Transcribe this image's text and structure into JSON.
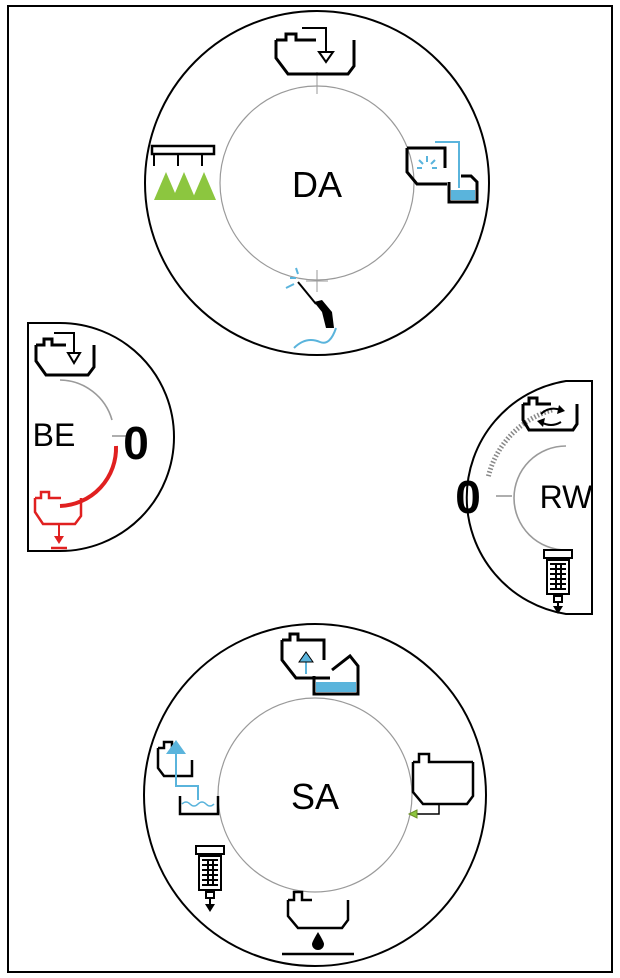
{
  "dials": {
    "da": {
      "label": "DA"
    },
    "sa": {
      "label": "SA"
    },
    "be": {
      "label": "BE",
      "value": "0"
    },
    "rw": {
      "label": "RW",
      "value": "0"
    }
  },
  "colors": {
    "line": "#000000",
    "inner_ring": "#9a9a9a",
    "water_blue": "#5ab4dc",
    "spray_green": "#8cc63f",
    "alert_red": "#e02020",
    "arrow_green": "#6b8e23",
    "gauge_gray": "#888888"
  },
  "icons": {
    "da": [
      "tank-fill-icon",
      "tank-rinse-icon",
      "hand-lance-icon",
      "boom-spray-icon"
    ],
    "sa": [
      "tank-suction-icon",
      "tank-drain-icon",
      "tank-empty-ground-icon",
      "filter-icon",
      "suction-basin-icon"
    ],
    "be": [
      "tank-fill-icon",
      "tank-drain-red-icon"
    ],
    "rw": [
      "tank-circulation-icon",
      "filter-icon"
    ]
  }
}
